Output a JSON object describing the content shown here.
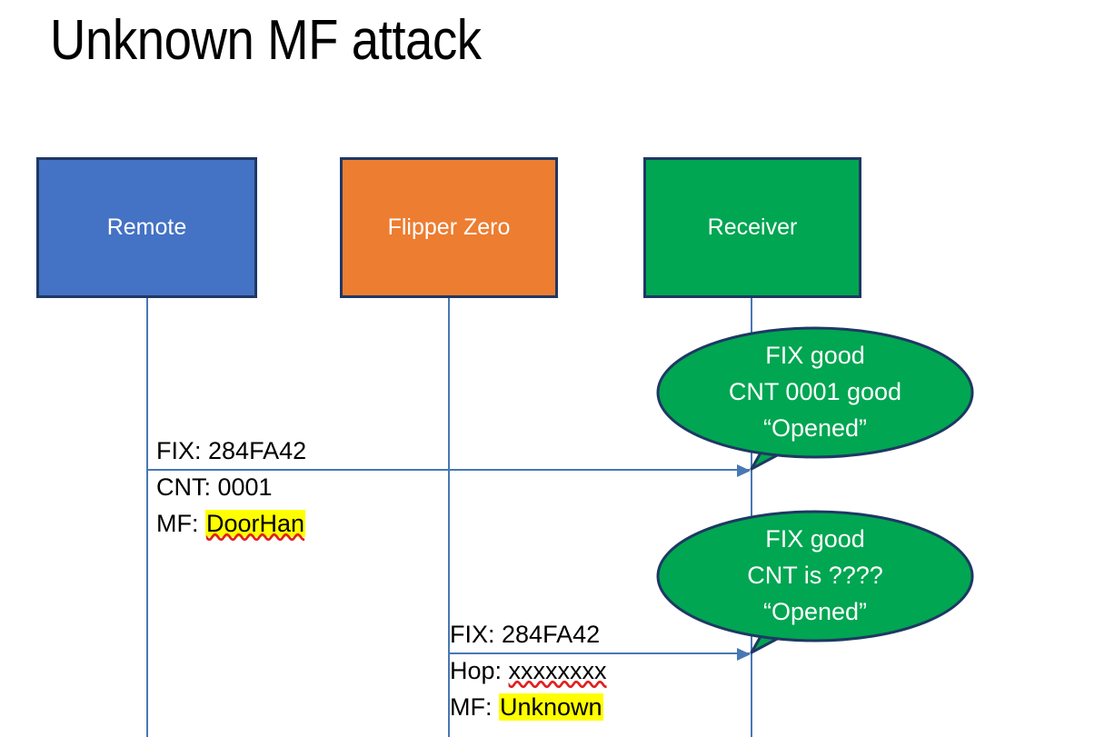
{
  "slide": {
    "title": "Unknown MF attack",
    "background": "#ffffff"
  },
  "colors": {
    "remote_fill": "#4472c4",
    "flipper_fill": "#ed7d31",
    "receiver_fill": "#00a651",
    "box_border": "#1f3864",
    "line": "#4878b4",
    "highlight": "#ffff00",
    "spellcheck_underline": "#e02020",
    "text_on_fill": "#ffffff"
  },
  "participants": [
    {
      "id": "remote",
      "label": "Remote"
    },
    {
      "id": "flipper",
      "label": "Flipper Zero"
    },
    {
      "id": "receiver",
      "label": "Receiver"
    }
  ],
  "messages": [
    {
      "id": "msg-1",
      "from": "remote",
      "to": "receiver",
      "lines": [
        {
          "prefix": "FIX: ",
          "value": "284FA42",
          "highlight": false,
          "spellcheck": false
        },
        {
          "prefix": "CNT: ",
          "value": "0001",
          "highlight": false,
          "spellcheck": false
        },
        {
          "prefix": "MF: ",
          "value": "DoorHan",
          "highlight": true,
          "spellcheck": true
        }
      ]
    },
    {
      "id": "msg-2",
      "from": "flipper",
      "to": "receiver",
      "lines": [
        {
          "prefix": "FIX: ",
          "value": "284FA42",
          "highlight": false,
          "spellcheck": false
        },
        {
          "prefix": "Hop: ",
          "value": "xxxxxxxx",
          "highlight": false,
          "spellcheck": true
        },
        {
          "prefix": "MF: ",
          "value": "Unknown",
          "highlight": true,
          "spellcheck": false
        }
      ]
    }
  ],
  "callouts": [
    {
      "id": "callout-1",
      "attached_to": "msg-1",
      "lines": [
        "FIX good",
        "CNT 0001 good",
        "“Opened”"
      ]
    },
    {
      "id": "callout-2",
      "attached_to": "msg-2",
      "lines": [
        "FIX good",
        "CNT is ????",
        "“Opened”"
      ]
    }
  ]
}
